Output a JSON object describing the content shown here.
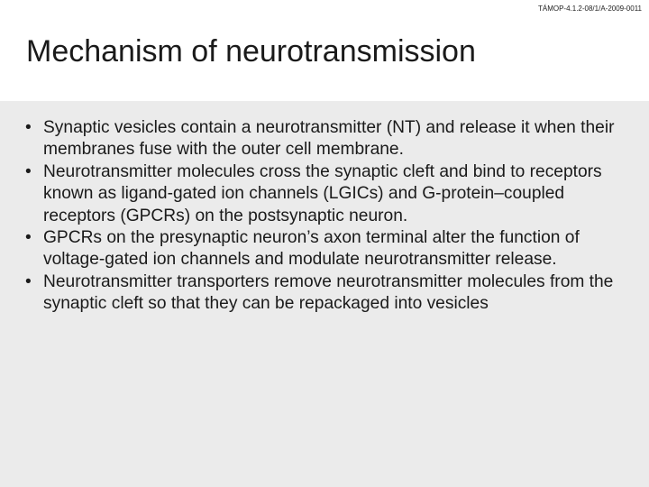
{
  "header": {
    "project_code": "TÁMOP-4.1.2-08/1/A-2009-0011",
    "title": "Mechanism of neurotransmission"
  },
  "content": {
    "bullet_marker": "•",
    "bullets": [
      "Synaptic vesicles contain a neurotransmitter (NT) and release it when their membranes fuse with the outer cell membrane.",
      "Neurotransmitter molecules cross the synaptic cleft and bind to receptors known as ligand-gated ion channels (LGICs) and G-protein–coupled receptors (GPCRs) on the postsynaptic neuron.",
      "GPCRs on the presynaptic neuron’s axon terminal alter the function of voltage-gated ion channels and modulate neurotransmitter release.",
      "Neurotransmitter transporters remove neurotransmitter molecules from the synaptic cleft so that they can be repackaged into vesicles"
    ]
  }
}
